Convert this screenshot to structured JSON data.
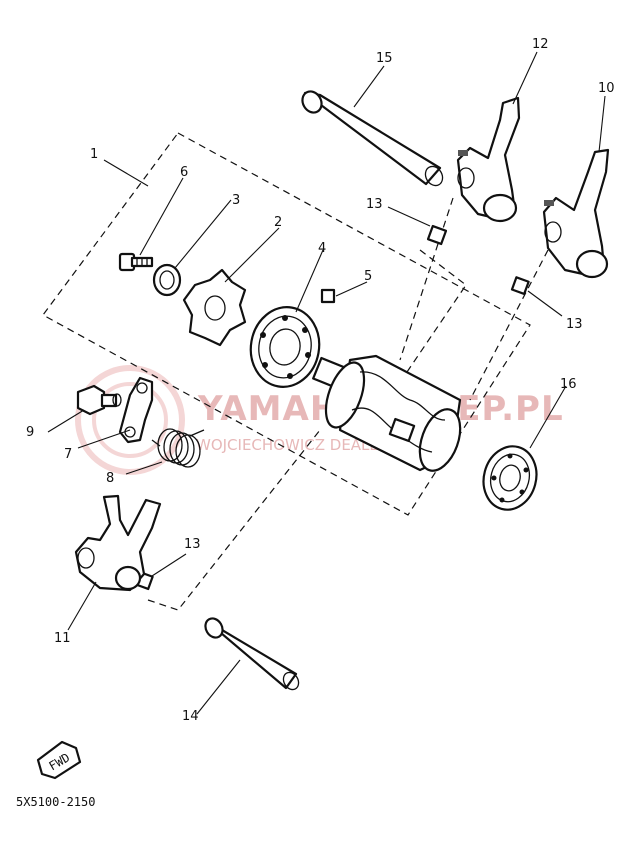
{
  "diagram": {
    "part_numbers": {
      "p1": "1",
      "p2": "2",
      "p3": "3",
      "p4": "4",
      "p5": "5",
      "p6": "6",
      "p7": "7",
      "p8": "8",
      "p9": "9",
      "p10": "10",
      "p11": "11",
      "p12": "12",
      "p13a": "13",
      "p13b": "13",
      "p13c": "13",
      "p14": "14",
      "p15": "15",
      "p16": "16"
    },
    "fwd_label": "FWD",
    "diagram_code": "5X5100-2150",
    "watermark": {
      "brand": "YAMAHA-SKLEP.PL",
      "subtitle": "WOJCIECHOWICZ DEALER YAMAHA"
    }
  }
}
